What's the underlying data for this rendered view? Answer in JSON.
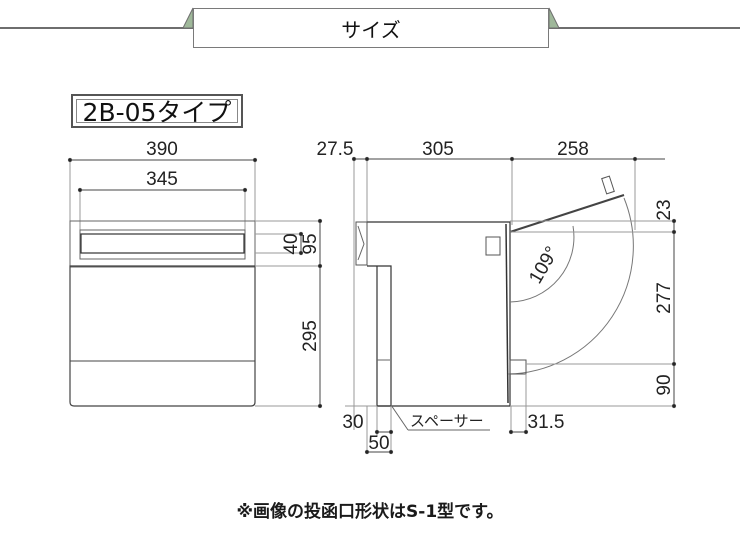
{
  "header": {
    "title": "サイズ",
    "accent_color": "#9fb89a"
  },
  "model": {
    "type_label": "2B-05タイプ"
  },
  "front_view": {
    "width_total": "390",
    "width_slot": "345",
    "slot_height": "40",
    "upper_height": "95",
    "lower_height": "295"
  },
  "side_view": {
    "front_depth": "27.5",
    "body_depth": "305",
    "door_swing": "258",
    "door_angle": "109°",
    "top_offset": "23",
    "door_height": "277",
    "bottom_height": "90",
    "spacer_offset": "30",
    "spacer_width": "50",
    "handle_depth": "31.5",
    "spacer_label": "スペーサー"
  },
  "footnote": "※画像の投函口形状はS-1型です。"
}
